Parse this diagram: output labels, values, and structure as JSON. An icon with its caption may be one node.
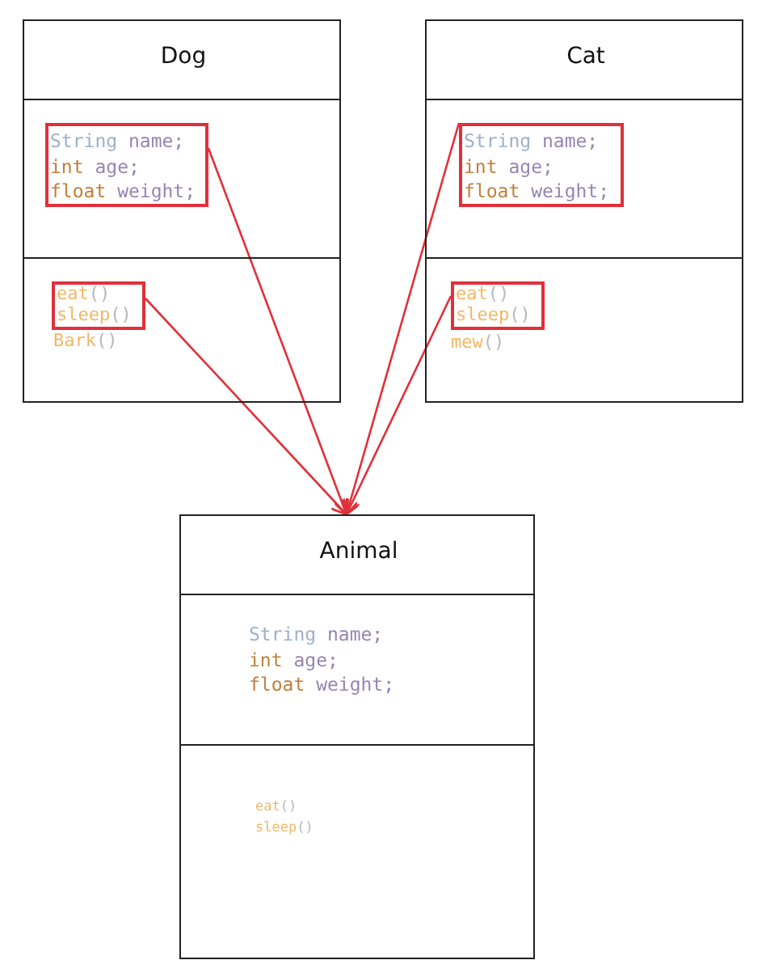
{
  "diagram": {
    "nodes": [
      {
        "text": [
          "Dog",
          "Bark()"
        ]
      },
      {
        "text": [
          "String name; int age; float weight;"
        ],
        "in": 0
      },
      {
        "text": [
          "eat() sleep()"
        ],
        "in": 0
      },
      {
        "text": [
          "Cat",
          "mew()"
        ]
      },
      {
        "text": [
          "String name; int age; float weight;"
        ],
        "in": 3
      },
      {
        "text": [
          "eat() sleep()"
        ],
        "in": 3
      },
      {
        "text": [
          "Animal",
          "String name; int age; float weight;",
          "eat() sleep()"
        ]
      }
    ],
    "edges": [
      {
        "from": 1,
        "to": 6,
        "arrow": "to",
        "color": "#e0303a"
      },
      {
        "from": 2,
        "to": 6,
        "arrow": "to",
        "color": "#e0303a"
      },
      {
        "from": 4,
        "to": 6,
        "arrow": "to",
        "color": "#e0303a"
      },
      {
        "from": 5,
        "to": 6,
        "arrow": "to",
        "color": "#e0303a"
      }
    ]
  }
}
